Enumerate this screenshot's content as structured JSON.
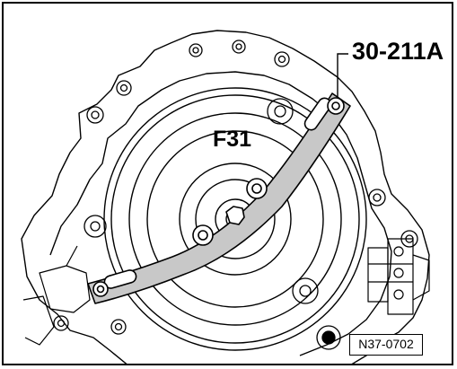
{
  "labels": {
    "tool": "30-211A",
    "part": "F31",
    "figure_ref": "N37-0702"
  },
  "colors": {
    "line": "#000000",
    "tool_fill": "#c8c8c8",
    "background": "#ffffff"
  }
}
